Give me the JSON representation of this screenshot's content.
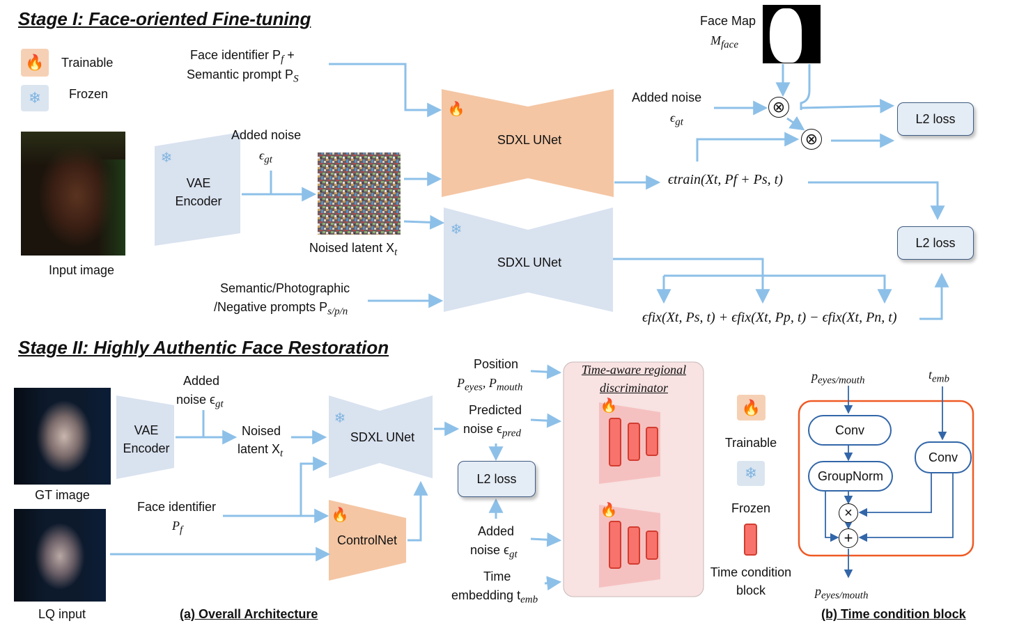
{
  "stage1": {
    "title": "Stage I: Face-oriented Fine-tuning",
    "legend": {
      "trainable": "Trainable",
      "frozen": "Frozen"
    },
    "face_identifier_prompt": [
      "Face identifier P",
      "f",
      " +"
    ],
    "semantic_prompt": [
      "Semantic prompt P",
      "S"
    ],
    "input_image_label": "Input image",
    "vae_encoder": [
      "VAE",
      "Encoder"
    ],
    "added_noise": "Added noise",
    "eps_gt": [
      "ϵ",
      "gt"
    ],
    "noised_latent": [
      "Noised latent X",
      "t"
    ],
    "sdxl_unet": "SDXL UNet",
    "sdxl_unet_frozen": "SDXL UNet",
    "face_map": "Face Map",
    "m_face": [
      "M",
      "face"
    ],
    "added_noise_right": "Added noise",
    "eps_gt_right": [
      "ϵ",
      "gt"
    ],
    "l2_loss_top": "L2 loss",
    "l2_loss_mid": "L2 loss",
    "eps_train": "ϵtrain(Xt, Pf + Ps, t)",
    "semantic_photographic": "Semantic/Photographic",
    "negative_prompts": [
      "/Negative prompts P",
      "s/p/n"
    ],
    "eps_fix_expr": "ϵfix(Xt, Ps, t) + ϵfix(Xt, Pp, t) − ϵfix(Xt, Pn, t)",
    "multiply_symbol": "⊗"
  },
  "stage2": {
    "title": "Stage II: Highly Authentic Face Restoration",
    "gt_image_label": "GT image",
    "lq_input_label": "LQ input",
    "vae_encoder": [
      "VAE",
      "Encoder"
    ],
    "added": "Added",
    "noise_eps_gt": [
      "noise ϵ",
      "gt"
    ],
    "noised": "Noised",
    "latent_xt": [
      "latent X",
      "t"
    ],
    "sdxl_unet": "SDXL UNet",
    "controlnet": "ControlNet",
    "face_identifier": "Face identifier",
    "p_f": [
      "P",
      "f"
    ],
    "position": "Position",
    "p_eyes_mouth": [
      "P",
      "eyes",
      ", P",
      "mouth"
    ],
    "predicted": "Predicted",
    "noise_eps_pred": [
      "noise ϵ",
      "pred"
    ],
    "l2_loss": "L2 loss",
    "added_noise": "Added",
    "noise_eps_gt2": [
      "noise ϵ",
      "gt"
    ],
    "time": "Time",
    "embedding_temb": [
      "embedding t",
      "emb"
    ],
    "discriminator_title": [
      "Time-aware regional",
      "discriminator"
    ],
    "legend": {
      "trainable": "Trainable",
      "frozen": "Frozen",
      "tcb": [
        "Time condition",
        "block"
      ]
    },
    "caption_a": "(a) Overall Architecture"
  },
  "time_condition_block": {
    "p_in": [
      "p",
      "eyes/mouth"
    ],
    "t_emb": [
      "t",
      "emb"
    ],
    "conv1": "Conv",
    "groupnorm": "GroupNorm",
    "conv2": "Conv",
    "multiply": "×",
    "plus": "+",
    "p_out": [
      "p",
      "eyes/mouth"
    ],
    "caption_b": "(b) Time condition block"
  },
  "colors": {
    "arrow": "#8dc0e8",
    "frozen_fill": "#d9e2ef",
    "trainable_fill": "#f4c6a4",
    "disc_bg": "#f8e2e2",
    "disc_bar": "#f8736b",
    "tcb_border": "#ef5a24",
    "flow_blue": "#3266a8"
  },
  "icons": {
    "trainable": "fire-icon",
    "frozen": "snowflake-icon"
  }
}
